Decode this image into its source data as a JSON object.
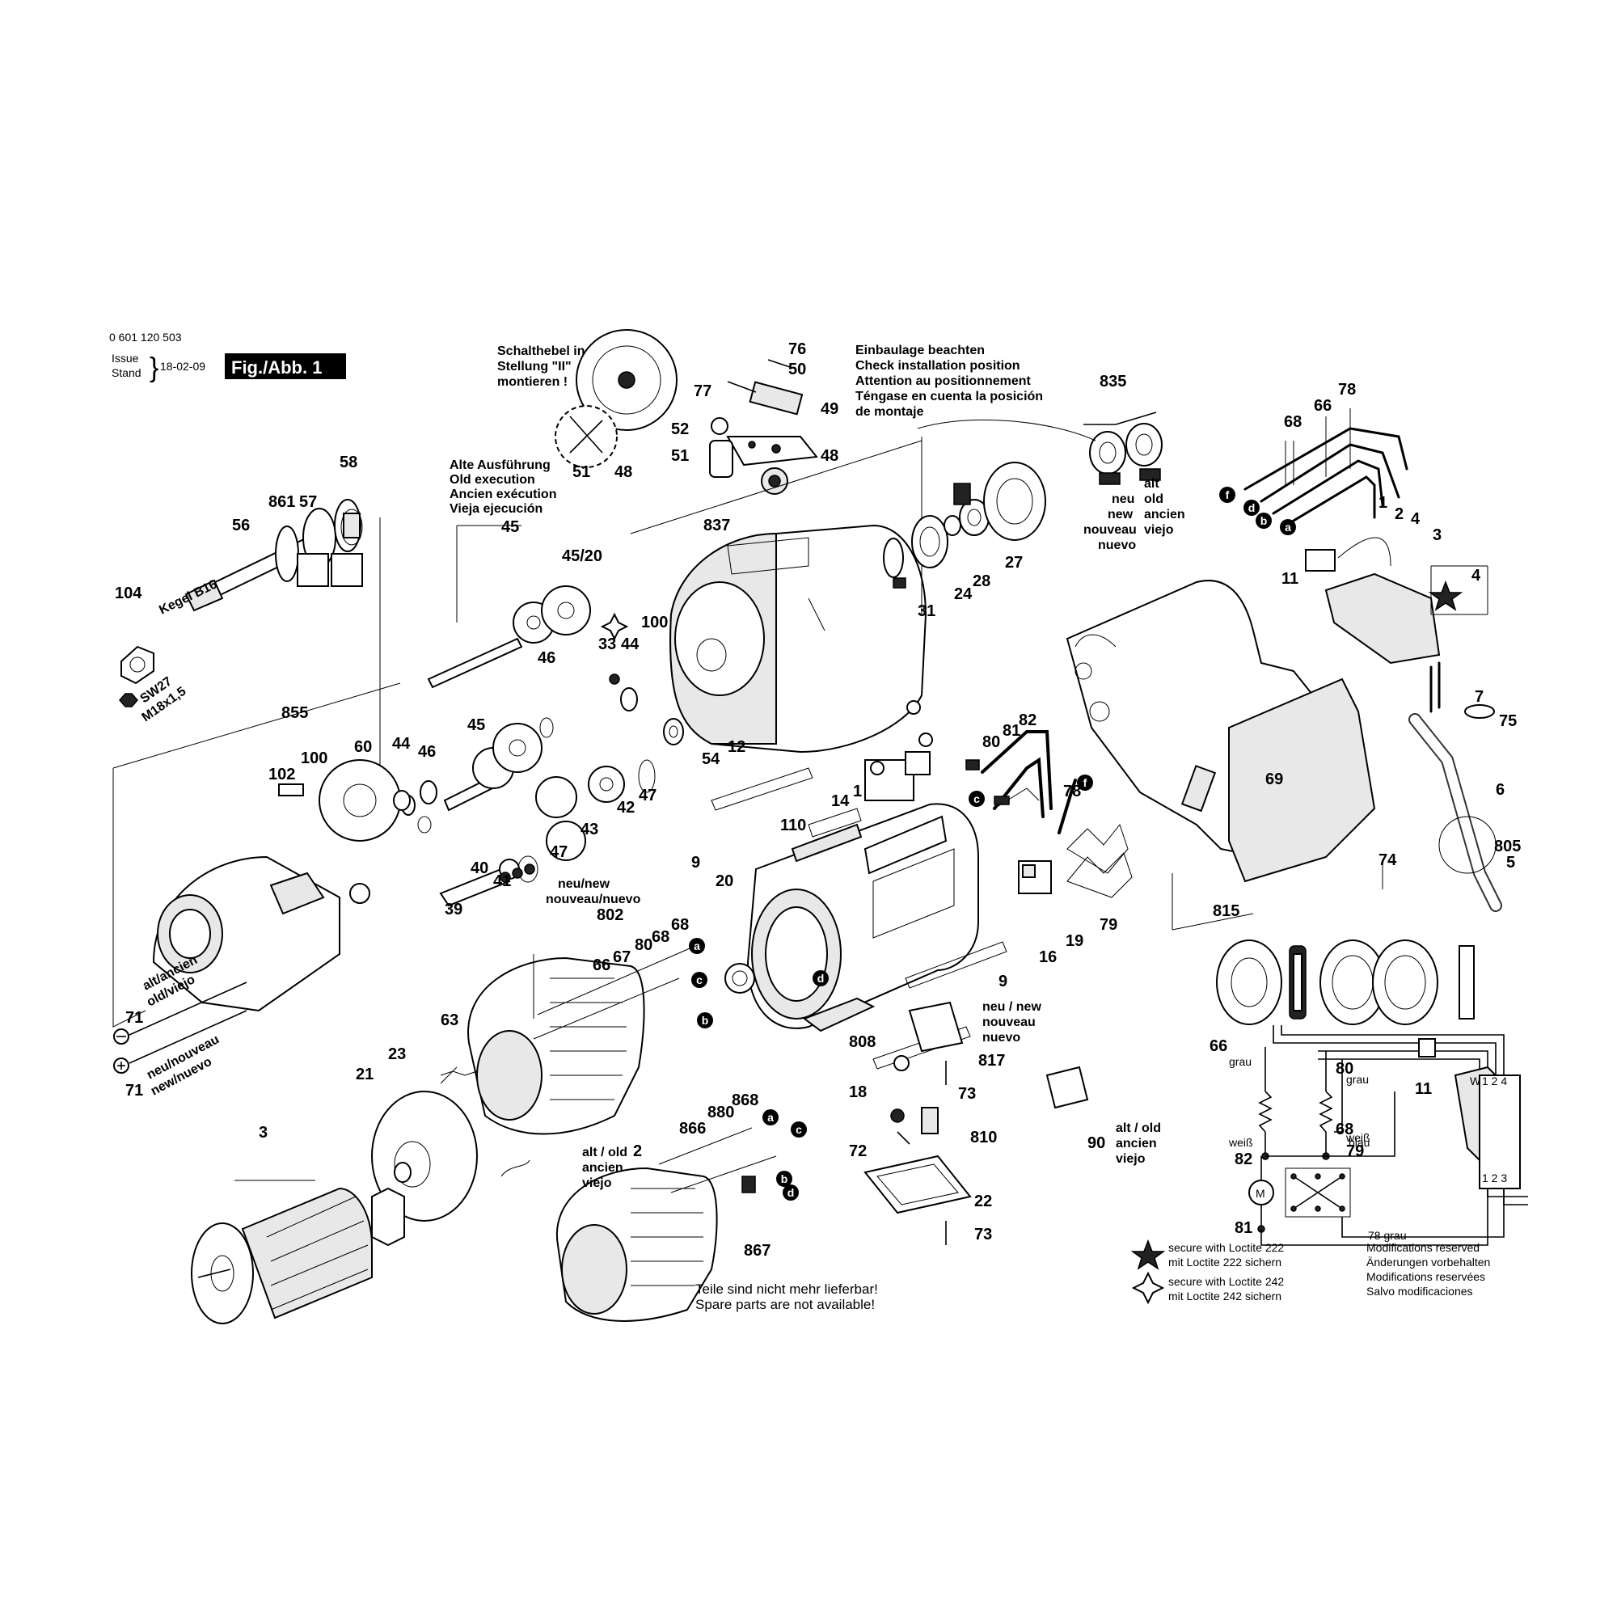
{
  "header": {
    "part_number": "0 601 120 503",
    "issue_label": "Issue",
    "stand_label": "Stand",
    "date": "18-02-09",
    "figure_label": "Fig./Abb. 1"
  },
  "notes": {
    "switch_lever": [
      "Schalthebel in",
      "Stellung \"II\"",
      "montieren !"
    ],
    "install": [
      "Einbaulage beachten",
      "Check installation position",
      "Attention au positionnement",
      "Téngase en cuenta la posición",
      "de montaje"
    ],
    "old_exec": [
      "Alte Ausführung",
      "Old execution",
      "Ancien exécution",
      "Vieja ejecución"
    ],
    "neu_new": [
      "neu",
      "new",
      "nouveau",
      "nuevo"
    ],
    "alt_old": [
      "alt",
      "old",
      "ancien",
      "viejo"
    ],
    "neu_new_top": "neu/new",
    "nouveau_nuevo_top": "nouveau/nuevo",
    "alt_ancien_left": "alt/ancien",
    "old_viejo_left": "old/viejo",
    "neu_nouveau_left": "neu/nouveau",
    "new_nuevo_left": "new/nuevo",
    "neu_new_817": [
      "neu / new",
      "nouveau",
      "nuevo"
    ],
    "alt_old_90": [
      "alt / old",
      "ancien",
      "viejo"
    ],
    "alt_old_2": [
      "alt / old",
      "ancien",
      "viejo"
    ],
    "not_available": [
      "Teile sind nicht mehr lieferbar!",
      "Spare parts are not available!"
    ],
    "kegel": "Kegel B16",
    "sw27": "SW27",
    "thread": "M18x1,5",
    "loctite_222": [
      "secure with Loctite 222",
      "mit Loctite 222 sichern"
    ],
    "loctite_242": [
      "secure with Loctite 242",
      "mit Loctite 242 sichern"
    ],
    "modifications": [
      "Modifications reserved",
      "Änderungen vorbehalten",
      "Modifications reservées",
      "Salvo modificaciones"
    ]
  },
  "wire_labels": {
    "grau": "grau",
    "weiss": "weiß",
    "blau": "blau",
    "motor": "M",
    "grau_78": "78 grau",
    "switch_top": "1 2 4",
    "switch_bottom": "1 2 3",
    "switch_w": "W"
  },
  "parts": [
    {
      "id": "p76",
      "label": "76"
    },
    {
      "id": "p50",
      "label": "50"
    },
    {
      "id": "p77",
      "label": "77"
    },
    {
      "id": "p49",
      "label": "49"
    },
    {
      "id": "p52",
      "label": "52"
    },
    {
      "id": "p51",
      "label": "51"
    },
    {
      "id": "p48a",
      "label": "48"
    },
    {
      "id": "p48b",
      "label": "48"
    },
    {
      "id": "p51b",
      "label": "51"
    },
    {
      "id": "p835",
      "label": "835"
    },
    {
      "id": "p78",
      "label": "78"
    },
    {
      "id": "p66",
      "label": "66"
    },
    {
      "id": "p68",
      "label": "68"
    },
    {
      "id": "p58",
      "label": "58"
    },
    {
      "id": "p861",
      "label": "861"
    },
    {
      "id": "p57",
      "label": "57"
    },
    {
      "id": "p56",
      "label": "56"
    },
    {
      "id": "p104",
      "label": "104"
    },
    {
      "id": "p45a",
      "label": "45"
    },
    {
      "id": "p4520",
      "label": "45/20"
    },
    {
      "id": "p837",
      "label": "837"
    },
    {
      "id": "p31",
      "label": "31"
    },
    {
      "id": "p24",
      "label": "24"
    },
    {
      "id": "p28",
      "label": "28"
    },
    {
      "id": "p27",
      "label": "27"
    },
    {
      "id": "p1w",
      "label": "1"
    },
    {
      "id": "p2w",
      "label": "2"
    },
    {
      "id": "p4w",
      "label": "4"
    },
    {
      "id": "p3w",
      "label": "3"
    },
    {
      "id": "p11",
      "label": "11"
    },
    {
      "id": "p4",
      "label": "4"
    },
    {
      "id": "p33",
      "label": "33"
    },
    {
      "id": "p44a",
      "label": "44"
    },
    {
      "id": "p100a",
      "label": "100"
    },
    {
      "id": "p46a",
      "label": "46"
    },
    {
      "id": "p855",
      "label": "855"
    },
    {
      "id": "p44b",
      "label": "44"
    },
    {
      "id": "p46b",
      "label": "46"
    },
    {
      "id": "p102",
      "label": "102"
    },
    {
      "id": "p100b",
      "label": "100"
    },
    {
      "id": "p60",
      "label": "60"
    },
    {
      "id": "p45b",
      "label": "45"
    },
    {
      "id": "p54",
      "label": "54"
    },
    {
      "id": "p12",
      "label": "12"
    },
    {
      "id": "p7",
      "label": "7"
    },
    {
      "id": "p75",
      "label": "75"
    },
    {
      "id": "p82a",
      "label": "82"
    },
    {
      "id": "p81a",
      "label": "81"
    },
    {
      "id": "p80a",
      "label": "80"
    },
    {
      "id": "p69",
      "label": "69"
    },
    {
      "id": "p6",
      "label": "6"
    },
    {
      "id": "p42",
      "label": "42"
    },
    {
      "id": "p47a",
      "label": "47"
    },
    {
      "id": "p43",
      "label": "43"
    },
    {
      "id": "p47b",
      "label": "47"
    },
    {
      "id": "p40",
      "label": "40"
    },
    {
      "id": "p41",
      "label": "41"
    },
    {
      "id": "p39",
      "label": "39"
    },
    {
      "id": "p14",
      "label": "14"
    },
    {
      "id": "p1",
      "label": "1"
    },
    {
      "id": "p110",
      "label": "110"
    },
    {
      "id": "p9a",
      "label": "9"
    },
    {
      "id": "p78b",
      "label": "78"
    },
    {
      "id": "p74",
      "label": "74"
    },
    {
      "id": "p805",
      "label": "805"
    },
    {
      "id": "p5",
      "label": "5"
    },
    {
      "id": "p20",
      "label": "20"
    },
    {
      "id": "p802",
      "label": "802"
    },
    {
      "id": "p66b",
      "label": "66"
    },
    {
      "id": "p67",
      "label": "67"
    },
    {
      "id": "p80b",
      "label": "80"
    },
    {
      "id": "p68b",
      "label": "68"
    },
    {
      "id": "p68c",
      "label": "68"
    },
    {
      "id": "p16",
      "label": "16"
    },
    {
      "id": "p19",
      "label": "19"
    },
    {
      "id": "p79",
      "label": "79"
    },
    {
      "id": "p815",
      "label": "815"
    },
    {
      "id": "p9b",
      "label": "9"
    },
    {
      "id": "p71a",
      "label": "71"
    },
    {
      "id": "p71b",
      "label": "71"
    },
    {
      "id": "p63",
      "label": "63"
    },
    {
      "id": "p23",
      "label": "23"
    },
    {
      "id": "p21",
      "label": "21"
    },
    {
      "id": "p808",
      "label": "808"
    },
    {
      "id": "p817",
      "label": "817"
    },
    {
      "id": "p18",
      "label": "18"
    },
    {
      "id": "p73a",
      "label": "73"
    },
    {
      "id": "p66c",
      "label": "66"
    },
    {
      "id": "p80c",
      "label": "80"
    },
    {
      "id": "p68d",
      "label": "68"
    },
    {
      "id": "p11b",
      "label": "11"
    },
    {
      "id": "p82b",
      "label": "82"
    },
    {
      "id": "p79b",
      "label": "79"
    },
    {
      "id": "p81b",
      "label": "81"
    },
    {
      "id": "p3",
      "label": "3"
    },
    {
      "id": "p868",
      "label": "868"
    },
    {
      "id": "p880",
      "label": "880"
    },
    {
      "id": "p866",
      "label": "866"
    },
    {
      "id": "p2",
      "label": "2"
    },
    {
      "id": "p72",
      "label": "72"
    },
    {
      "id": "p810",
      "label": "810"
    },
    {
      "id": "p90",
      "label": "90"
    },
    {
      "id": "p22",
      "label": "22"
    },
    {
      "id": "p73b",
      "label": "73"
    },
    {
      "id": "p867",
      "label": "867"
    }
  ],
  "wire_markers": [
    "a",
    "b",
    "c",
    "d",
    "f"
  ]
}
